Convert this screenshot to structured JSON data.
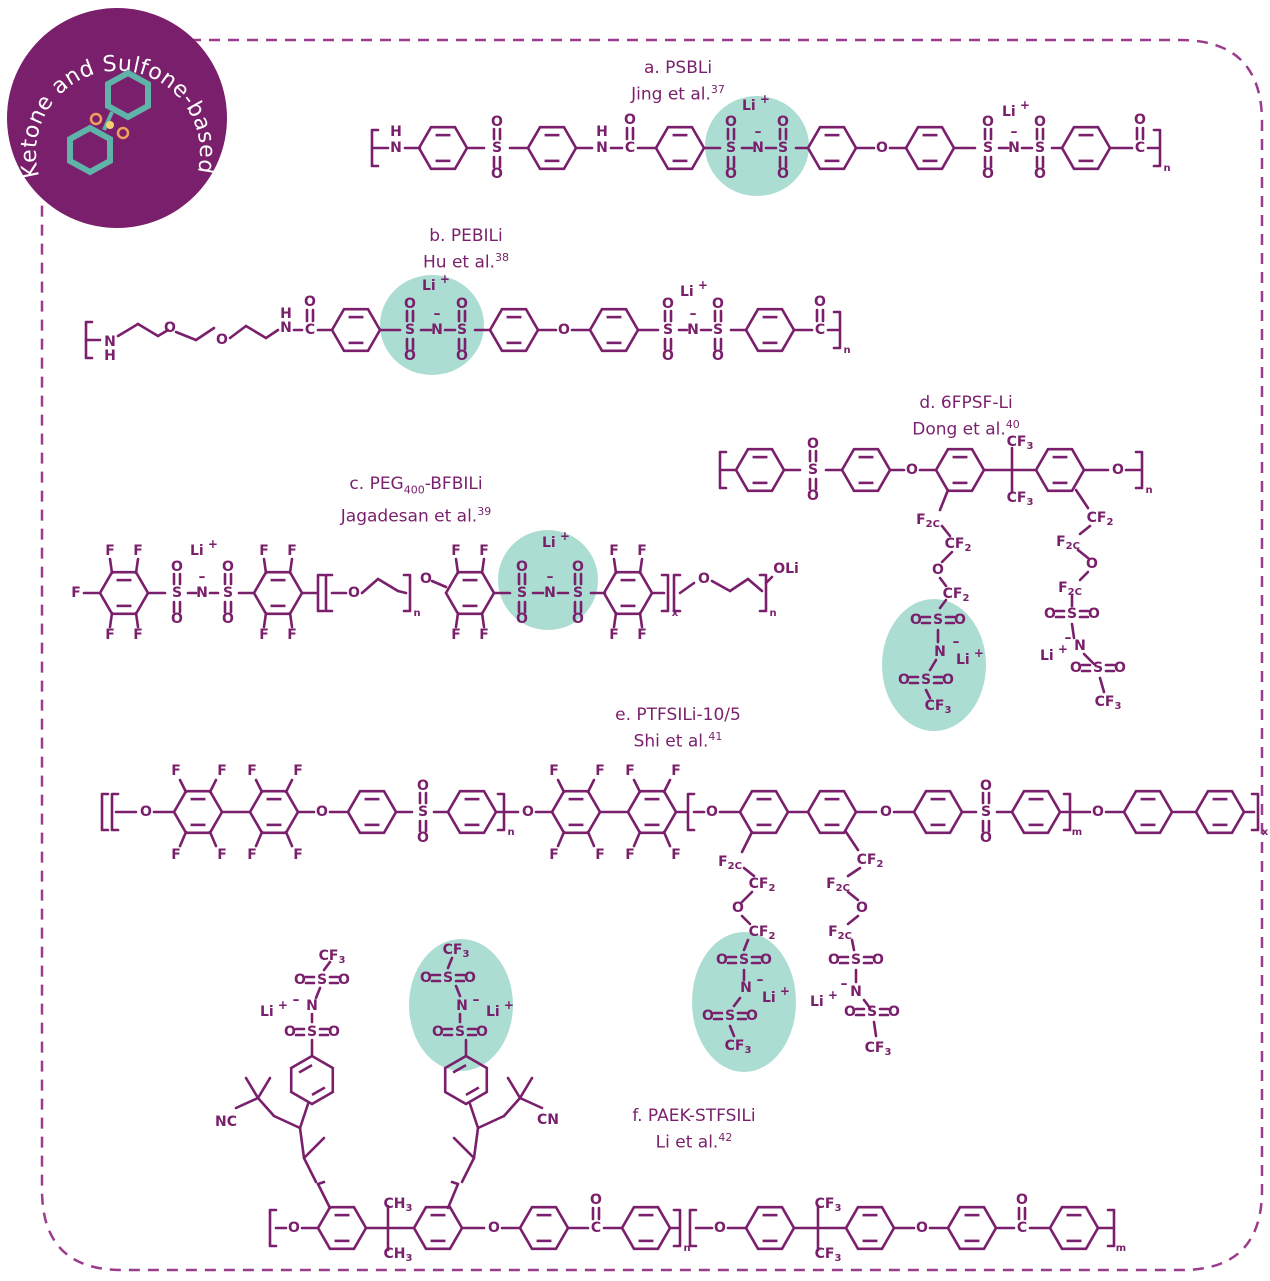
{
  "badge": {
    "text": "Ketone and Sulfone-based SIPEs",
    "bg_color": "#7a1f6b",
    "icon": "aromatic-sulfone-molecule-icon"
  },
  "colors": {
    "structure": "#7a1f6b",
    "highlight": "#8fd2c4",
    "border": "#9b3c8c"
  },
  "panels": [
    {
      "id": "a",
      "name": "a. PSBLi",
      "ref": "Jing et al.",
      "ref_num": "37"
    },
    {
      "id": "b",
      "name": "b. PEBILi",
      "ref": "Hu et al.",
      "ref_num": "38"
    },
    {
      "id": "c",
      "name_pre": "c. PEG",
      "name_sub": "400",
      "name_post": "-BFBILi",
      "ref": "Jagadesan et al.",
      "ref_num": "39"
    },
    {
      "id": "d",
      "name": "d. 6FPSF-Li",
      "ref": "Dong et al.",
      "ref_num": "40"
    },
    {
      "id": "e",
      "name": "e. PTFSILi-10/5",
      "ref": "Shi et al.",
      "ref_num": "41"
    },
    {
      "id": "f",
      "name": "f. PAEK-STFSILi",
      "ref": "Li et al.",
      "ref_num": "42"
    }
  ],
  "atoms": {
    "li_plus": "Li",
    "plus": "+",
    "minus": "–",
    "n": "N",
    "s": "S",
    "o": "O",
    "h": "H",
    "f": "F",
    "cf3": "CF",
    "cf2": "CF",
    "f2c": "F",
    "ch3": "CH",
    "nc": "NC",
    "cn": "CN",
    "oli": "OLi",
    "sub_n": "n",
    "sub_m": "m",
    "sub_x": "x",
    "sub2": "2",
    "sub3": "3"
  }
}
